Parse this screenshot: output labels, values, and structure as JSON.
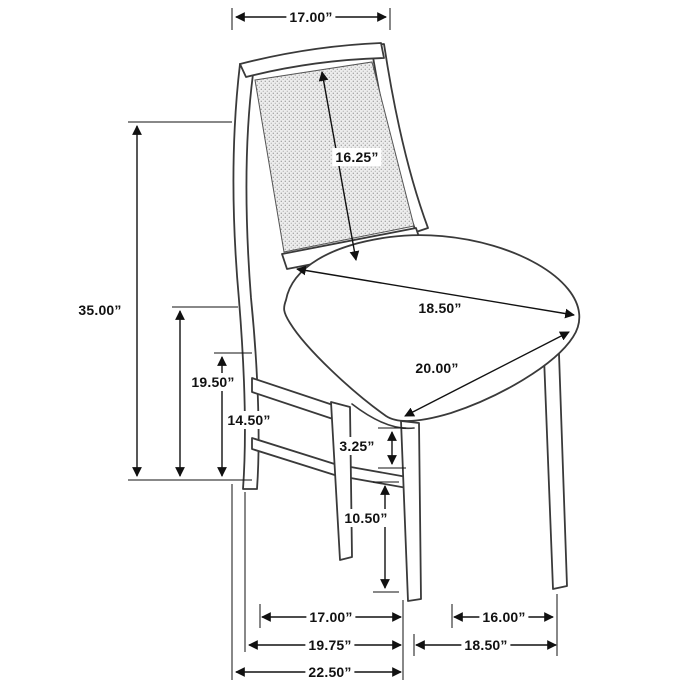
{
  "diagram": {
    "labels": {
      "back_width": "17.00”",
      "back_panel_diagonal": "16.25”",
      "overall_height": "35.00”",
      "back_height": "19.50”",
      "inner_back_height": "14.50”",
      "seat_depth": "18.50”",
      "seat_width": "20.00”",
      "apron_height": "3.25”",
      "leg_height": "10.50”",
      "front_leg_span": "17.00”",
      "side_leg_span": "16.00”",
      "base_width": "19.75”",
      "base_depth": "18.50”",
      "overall_width": "22.50”"
    }
  }
}
